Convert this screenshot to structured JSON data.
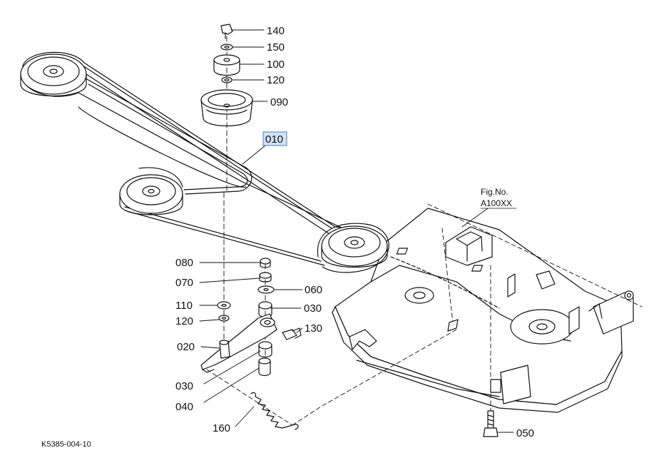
{
  "figure": {
    "ref_prefix": "Fig.No.",
    "ref_number": "A100XX",
    "image_code": "K5385-004-10"
  },
  "parts": [
    {
      "id": "p140",
      "label": "140"
    },
    {
      "id": "p150",
      "label": "150"
    },
    {
      "id": "p100",
      "label": "100"
    },
    {
      "id": "p120a",
      "label": "120"
    },
    {
      "id": "p090",
      "label": "090"
    },
    {
      "id": "p010",
      "label": "010",
      "highlighted": true
    },
    {
      "id": "p080",
      "label": "080"
    },
    {
      "id": "p070",
      "label": "070"
    },
    {
      "id": "p060",
      "label": "060"
    },
    {
      "id": "p110",
      "label": "110"
    },
    {
      "id": "p030a",
      "label": "030"
    },
    {
      "id": "p120b",
      "label": "120"
    },
    {
      "id": "p130",
      "label": "130"
    },
    {
      "id": "p020",
      "label": "020"
    },
    {
      "id": "p030b",
      "label": "030"
    },
    {
      "id": "p040",
      "label": "040"
    },
    {
      "id": "p160",
      "label": "160"
    },
    {
      "id": "p050",
      "label": "050"
    }
  ],
  "colors": {
    "line": "#111111",
    "highlight_fill": "#cfe3f7",
    "highlight_stroke": "#4a7fbf"
  }
}
